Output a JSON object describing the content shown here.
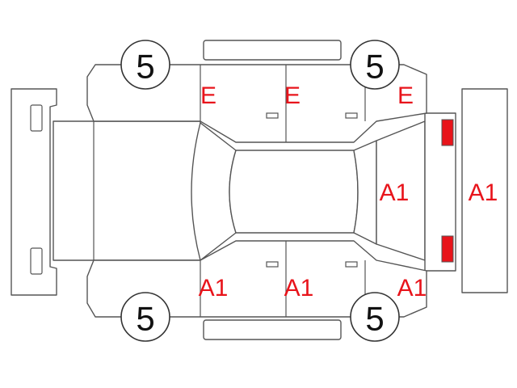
{
  "colors": {
    "outline": "#555555",
    "damage_text": "#e8141b",
    "headlight": "#f2ee00",
    "taillight": "#e8141b"
  },
  "tires": [
    {
      "id": "front-left",
      "value": "5"
    },
    {
      "id": "rear-left",
      "value": "5"
    },
    {
      "id": "front-right",
      "value": "5"
    },
    {
      "id": "rear-right",
      "value": "5"
    }
  ],
  "damage": {
    "top_front_door": "E",
    "top_rear_door": "E",
    "top_rear_fender": "E",
    "bottom_front_door": "A1",
    "bottom_rear_door": "A1",
    "bottom_rear_fender": "A1",
    "rear_hatch": "A1",
    "rear_bumper": "A1"
  }
}
